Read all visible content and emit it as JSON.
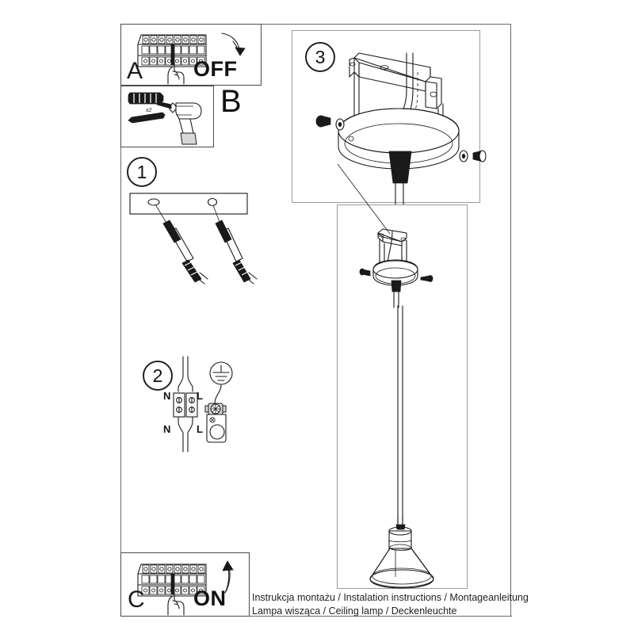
{
  "document": {
    "type": "assembly-instruction-sheet",
    "footer_line_1": "Instrukcja montażu / Instalation instructions / Montageanleitung",
    "footer_line_2": "Lampa wisząca / Ceiling lamp / Deckenleuchte"
  },
  "panels": {
    "a": {
      "letter": "A",
      "action_label": "OFF",
      "icon": "breaker-panel-hand-off"
    },
    "b": {
      "letter": "B",
      "parts_count_label": "x2",
      "icon": "drill-and-wall-plugs"
    },
    "c": {
      "letter": "C",
      "action_label": "ON",
      "icon": "breaker-panel-hand-on"
    },
    "step1": {
      "number": "1",
      "icon": "mounting-bar-with-screws-and-plugs"
    },
    "step2": {
      "number": "2",
      "terminal_top_left": "N",
      "terminal_top_right": "L",
      "terminal_bottom_left": "N",
      "terminal_bottom_right": "L",
      "earth_symbol": "earth-ground-symbol"
    },
    "step3": {
      "number": "3",
      "icon": "ceiling-canopy-bracket-screws-washers"
    },
    "detail": {
      "icon": "canopy-detail-cable-clamp"
    },
    "product": {
      "icon": "pendant-lamp-cone-shade"
    }
  },
  "colors": {
    "line": "#1a1a1a",
    "frame": "#4a4a4a",
    "thin_frame": "#9b9b9b",
    "background": "#ffffff"
  }
}
